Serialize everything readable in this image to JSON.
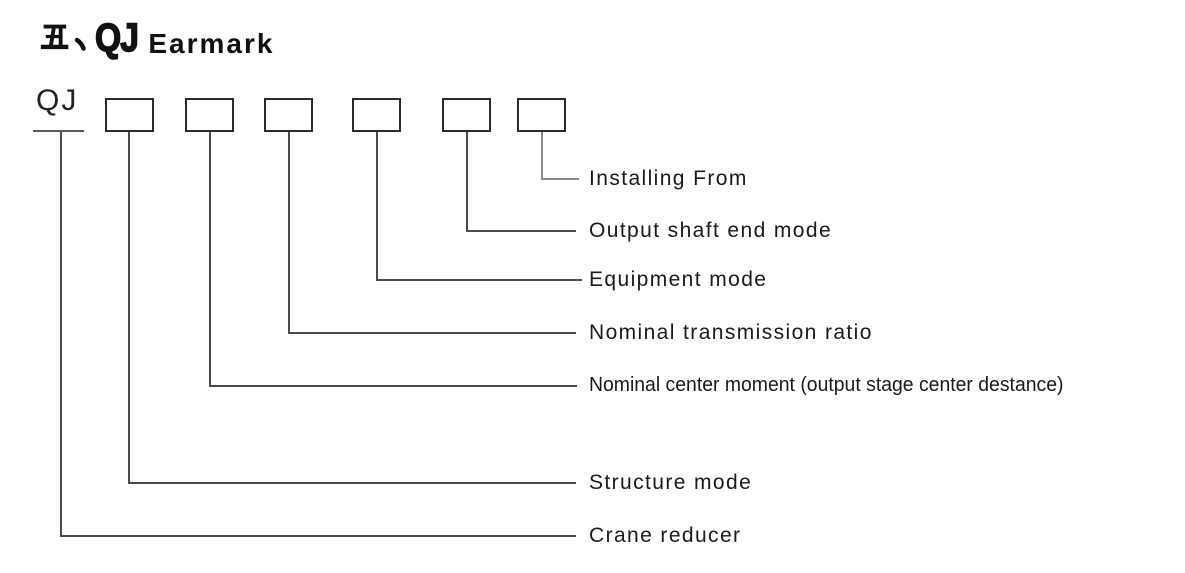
{
  "title": {
    "prefix": "五、",
    "model": "QJ",
    "text": "Earmark"
  },
  "diagram": {
    "code_prefix": "QJ",
    "box_count": 6,
    "labels": [
      {
        "id": "installing-from",
        "text": "Installing From"
      },
      {
        "id": "output-shaft-end-mode",
        "text": "Output shaft end mode"
      },
      {
        "id": "equipment-mode",
        "text": "Equipment mode"
      },
      {
        "id": "nominal-transmission-ratio",
        "text": "Nominal transmission ratio"
      },
      {
        "id": "nominal-center-moment",
        "text": "Nominal center moment (output stage center destance)"
      },
      {
        "id": "structure-mode",
        "text": "Structure mode"
      },
      {
        "id": "crane-reducer",
        "text": "Crane reducer"
      }
    ]
  },
  "colors": {
    "ink": "#111111",
    "connector_line": "#4a4a4a",
    "box_border": "#2b2b2b",
    "background": "#ffffff"
  }
}
